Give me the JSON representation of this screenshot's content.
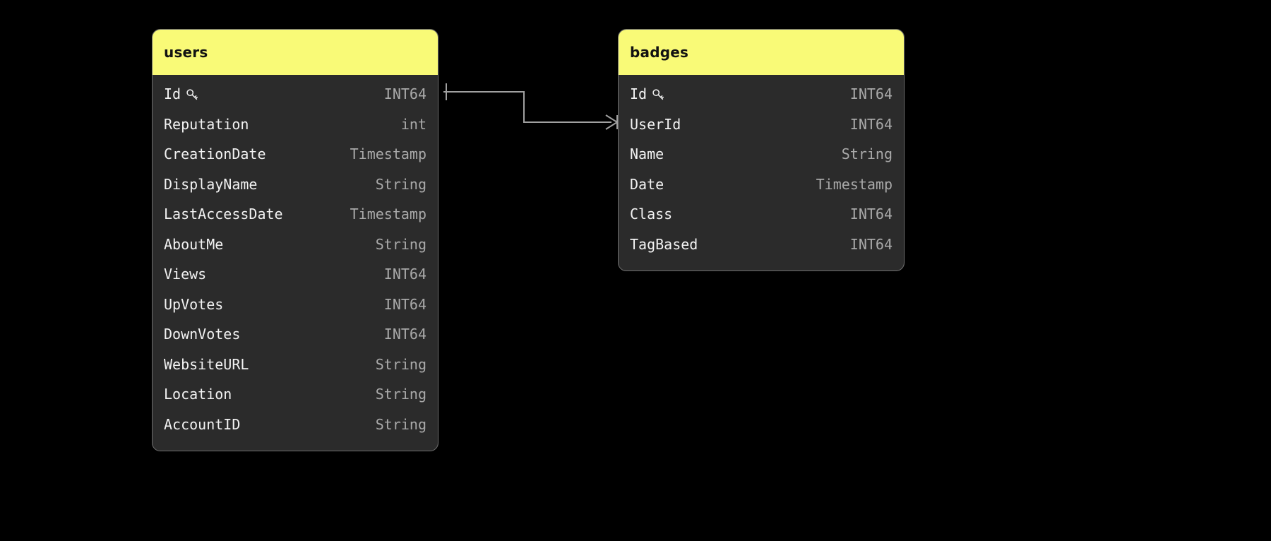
{
  "diagram": {
    "background_color": "#000000",
    "header_color": "#f9fa77",
    "card_color": "#2b2b2b",
    "border_color": "#6e6e6e",
    "field_name_color": "#f2f2f2",
    "field_type_color": "#a9a9a9",
    "connector_color": "#a0a0a0"
  },
  "entities": [
    {
      "id": "users",
      "title": "users",
      "fields": [
        {
          "name": "Id",
          "type": "INT64",
          "key_icon": "key-icon"
        },
        {
          "name": "Reputation",
          "type": "int",
          "key_icon": ""
        },
        {
          "name": "CreationDate",
          "type": "Timestamp",
          "key_icon": ""
        },
        {
          "name": "DisplayName",
          "type": "String",
          "key_icon": ""
        },
        {
          "name": "LastAccessDate",
          "type": "Timestamp",
          "key_icon": ""
        },
        {
          "name": "AboutMe",
          "type": "String",
          "key_icon": ""
        },
        {
          "name": "Views",
          "type": "INT64",
          "key_icon": ""
        },
        {
          "name": "UpVotes",
          "type": "INT64",
          "key_icon": ""
        },
        {
          "name": "DownVotes",
          "type": "INT64",
          "key_icon": ""
        },
        {
          "name": "WebsiteURL",
          "type": "String",
          "key_icon": ""
        },
        {
          "name": "Location",
          "type": "String",
          "key_icon": ""
        },
        {
          "name": "AccountID",
          "type": "String",
          "key_icon": ""
        }
      ]
    },
    {
      "id": "badges",
      "title": "badges",
      "fields": [
        {
          "name": "Id",
          "type": "INT64",
          "key_icon": "key-icon"
        },
        {
          "name": "UserId",
          "type": "INT64",
          "key_icon": ""
        },
        {
          "name": "Name",
          "type": "String",
          "key_icon": ""
        },
        {
          "name": "Date",
          "type": "Timestamp",
          "key_icon": ""
        },
        {
          "name": "Class",
          "type": "INT64",
          "key_icon": ""
        },
        {
          "name": "TagBased",
          "type": "INT64",
          "key_icon": ""
        }
      ]
    }
  ],
  "relationships": [
    {
      "from_entity": "users",
      "from_field": "Id",
      "from_cardinality": "one",
      "to_entity": "badges",
      "to_field": "UserId",
      "to_cardinality": "many"
    }
  ]
}
